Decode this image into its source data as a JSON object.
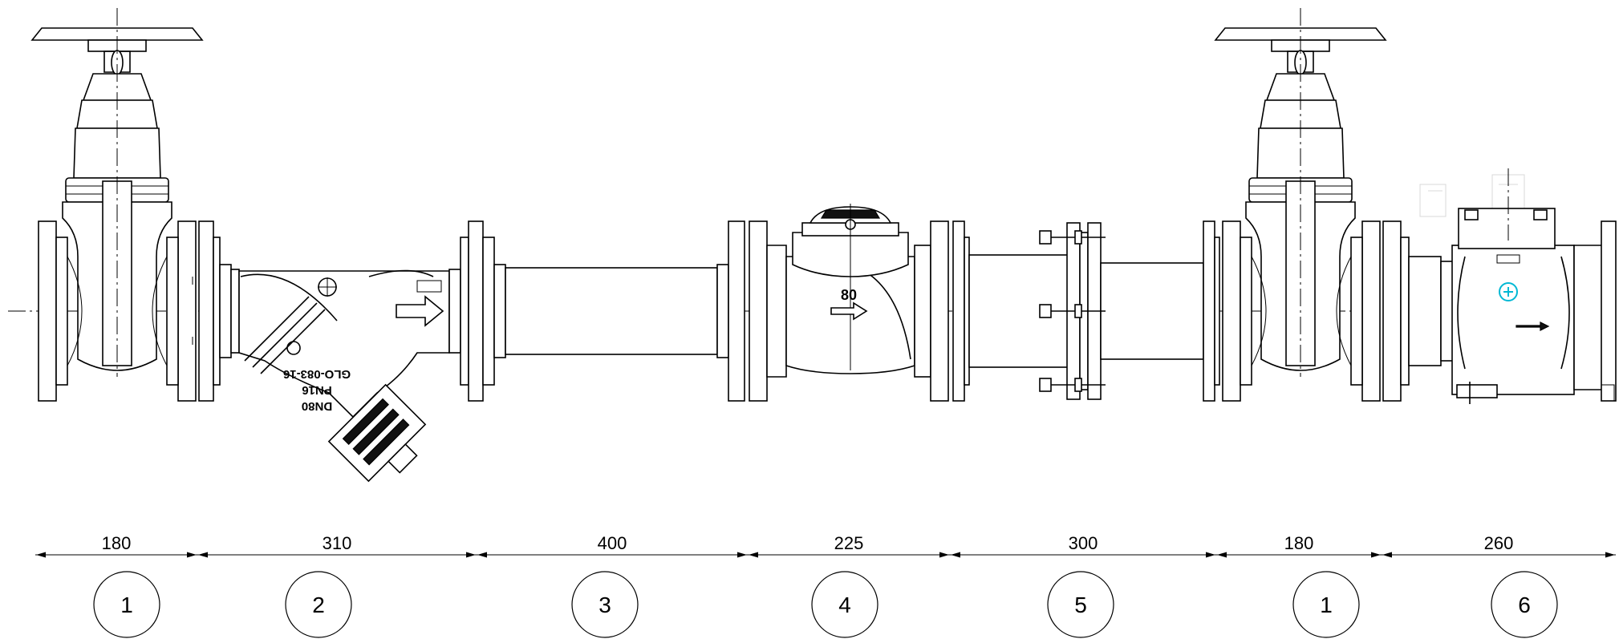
{
  "drawing": {
    "segments": [
      {
        "dimension": "180",
        "item": "1"
      },
      {
        "dimension": "310",
        "item": "2"
      },
      {
        "dimension": "400",
        "item": "3"
      },
      {
        "dimension": "225",
        "item": "4"
      },
      {
        "dimension": "300",
        "item": "5"
      },
      {
        "dimension": "180",
        "item": "1"
      },
      {
        "dimension": "260",
        "item": "6"
      }
    ],
    "meter_marking": "80",
    "strainer_marking": {
      "line1": "DN80",
      "line2": "PN16",
      "line3": "GLO-083-16"
    }
  }
}
